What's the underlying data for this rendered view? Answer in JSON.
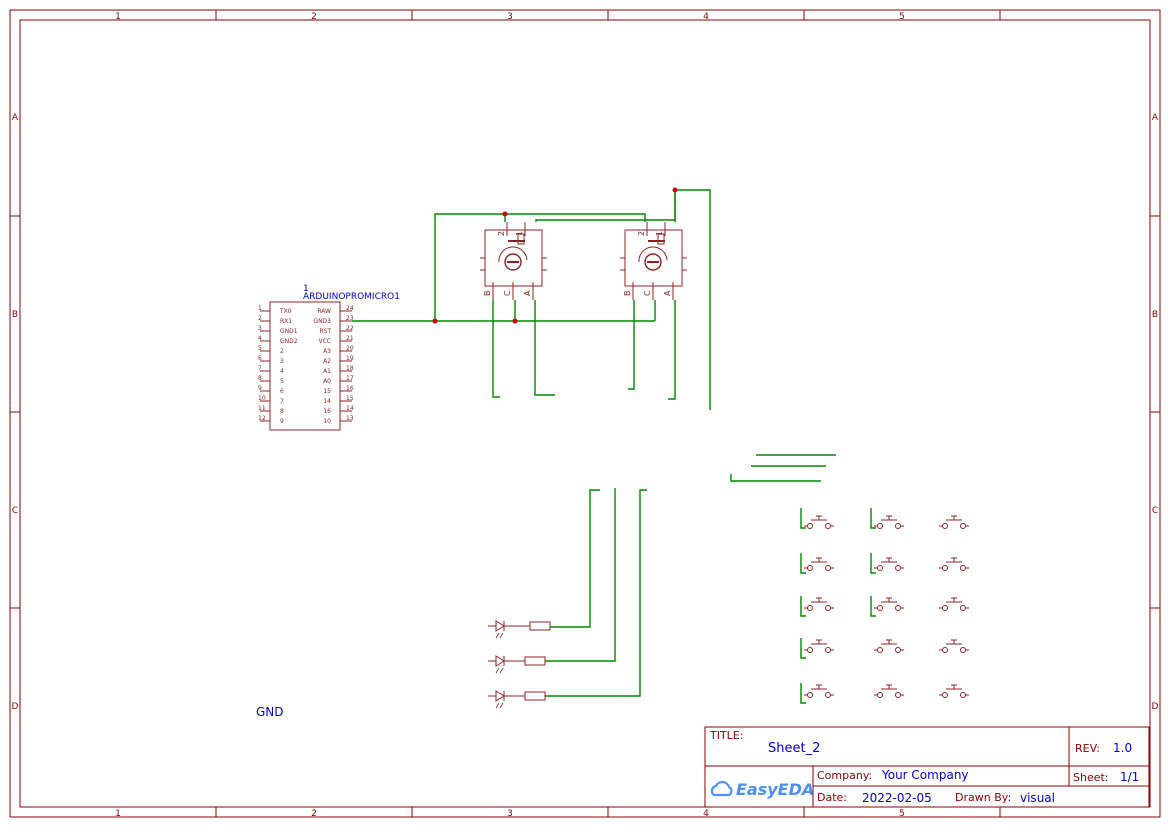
{
  "frame": {
    "columns": [
      "1",
      "2",
      "3",
      "4",
      "5"
    ],
    "rows": [
      "A",
      "B",
      "C",
      "D"
    ]
  },
  "mcu": {
    "ref": "1",
    "name": "ARDUINOPROMICRO1",
    "left_pins": [
      {
        "num": "1",
        "label": "TX0"
      },
      {
        "num": "2",
        "label": "RX1"
      },
      {
        "num": "3",
        "label": "GND1"
      },
      {
        "num": "4",
        "label": "GND2"
      },
      {
        "num": "5",
        "label": "2"
      },
      {
        "num": "6",
        "label": "3"
      },
      {
        "num": "7",
        "label": "4"
      },
      {
        "num": "8",
        "label": "5"
      },
      {
        "num": "9",
        "label": "6"
      },
      {
        "num": "10",
        "label": "7"
      },
      {
        "num": "11",
        "label": "8"
      },
      {
        "num": "12",
        "label": "9"
      }
    ],
    "right_pins": [
      {
        "num": "24",
        "label": "RAW"
      },
      {
        "num": "23",
        "label": "GND3"
      },
      {
        "num": "22",
        "label": "RST"
      },
      {
        "num": "21",
        "label": "VCC"
      },
      {
        "num": "20",
        "label": "A3"
      },
      {
        "num": "19",
        "label": "A2"
      },
      {
        "num": "18",
        "label": "A1"
      },
      {
        "num": "17",
        "label": "A0"
      },
      {
        "num": "16",
        "label": "15"
      },
      {
        "num": "15",
        "label": "14"
      },
      {
        "num": "14",
        "label": "16"
      },
      {
        "num": "13",
        "label": "10"
      }
    ]
  },
  "encoder": {
    "pin_labels": [
      "B",
      "C",
      "A",
      "2",
      "1"
    ]
  },
  "net_label": "GND",
  "title_block": {
    "title_label": "TITLE:",
    "title": "Sheet_2",
    "rev_label": "REV:",
    "rev": "1.0",
    "company_label": "Company:",
    "company": "Your Company",
    "sheet_label": "Sheet:",
    "sheet": "1/1",
    "date_label": "Date:",
    "date": "2022-02-05",
    "drawn_label": "Drawn By:",
    "drawn_by": "visual",
    "logo_text": "EasyEDA"
  },
  "colors": {
    "frame": "#880000",
    "symbol": "#8c2323",
    "wire": "#008800",
    "text": "#0000cc",
    "junction": "#cc0000",
    "logo": "#4f8ef7"
  }
}
